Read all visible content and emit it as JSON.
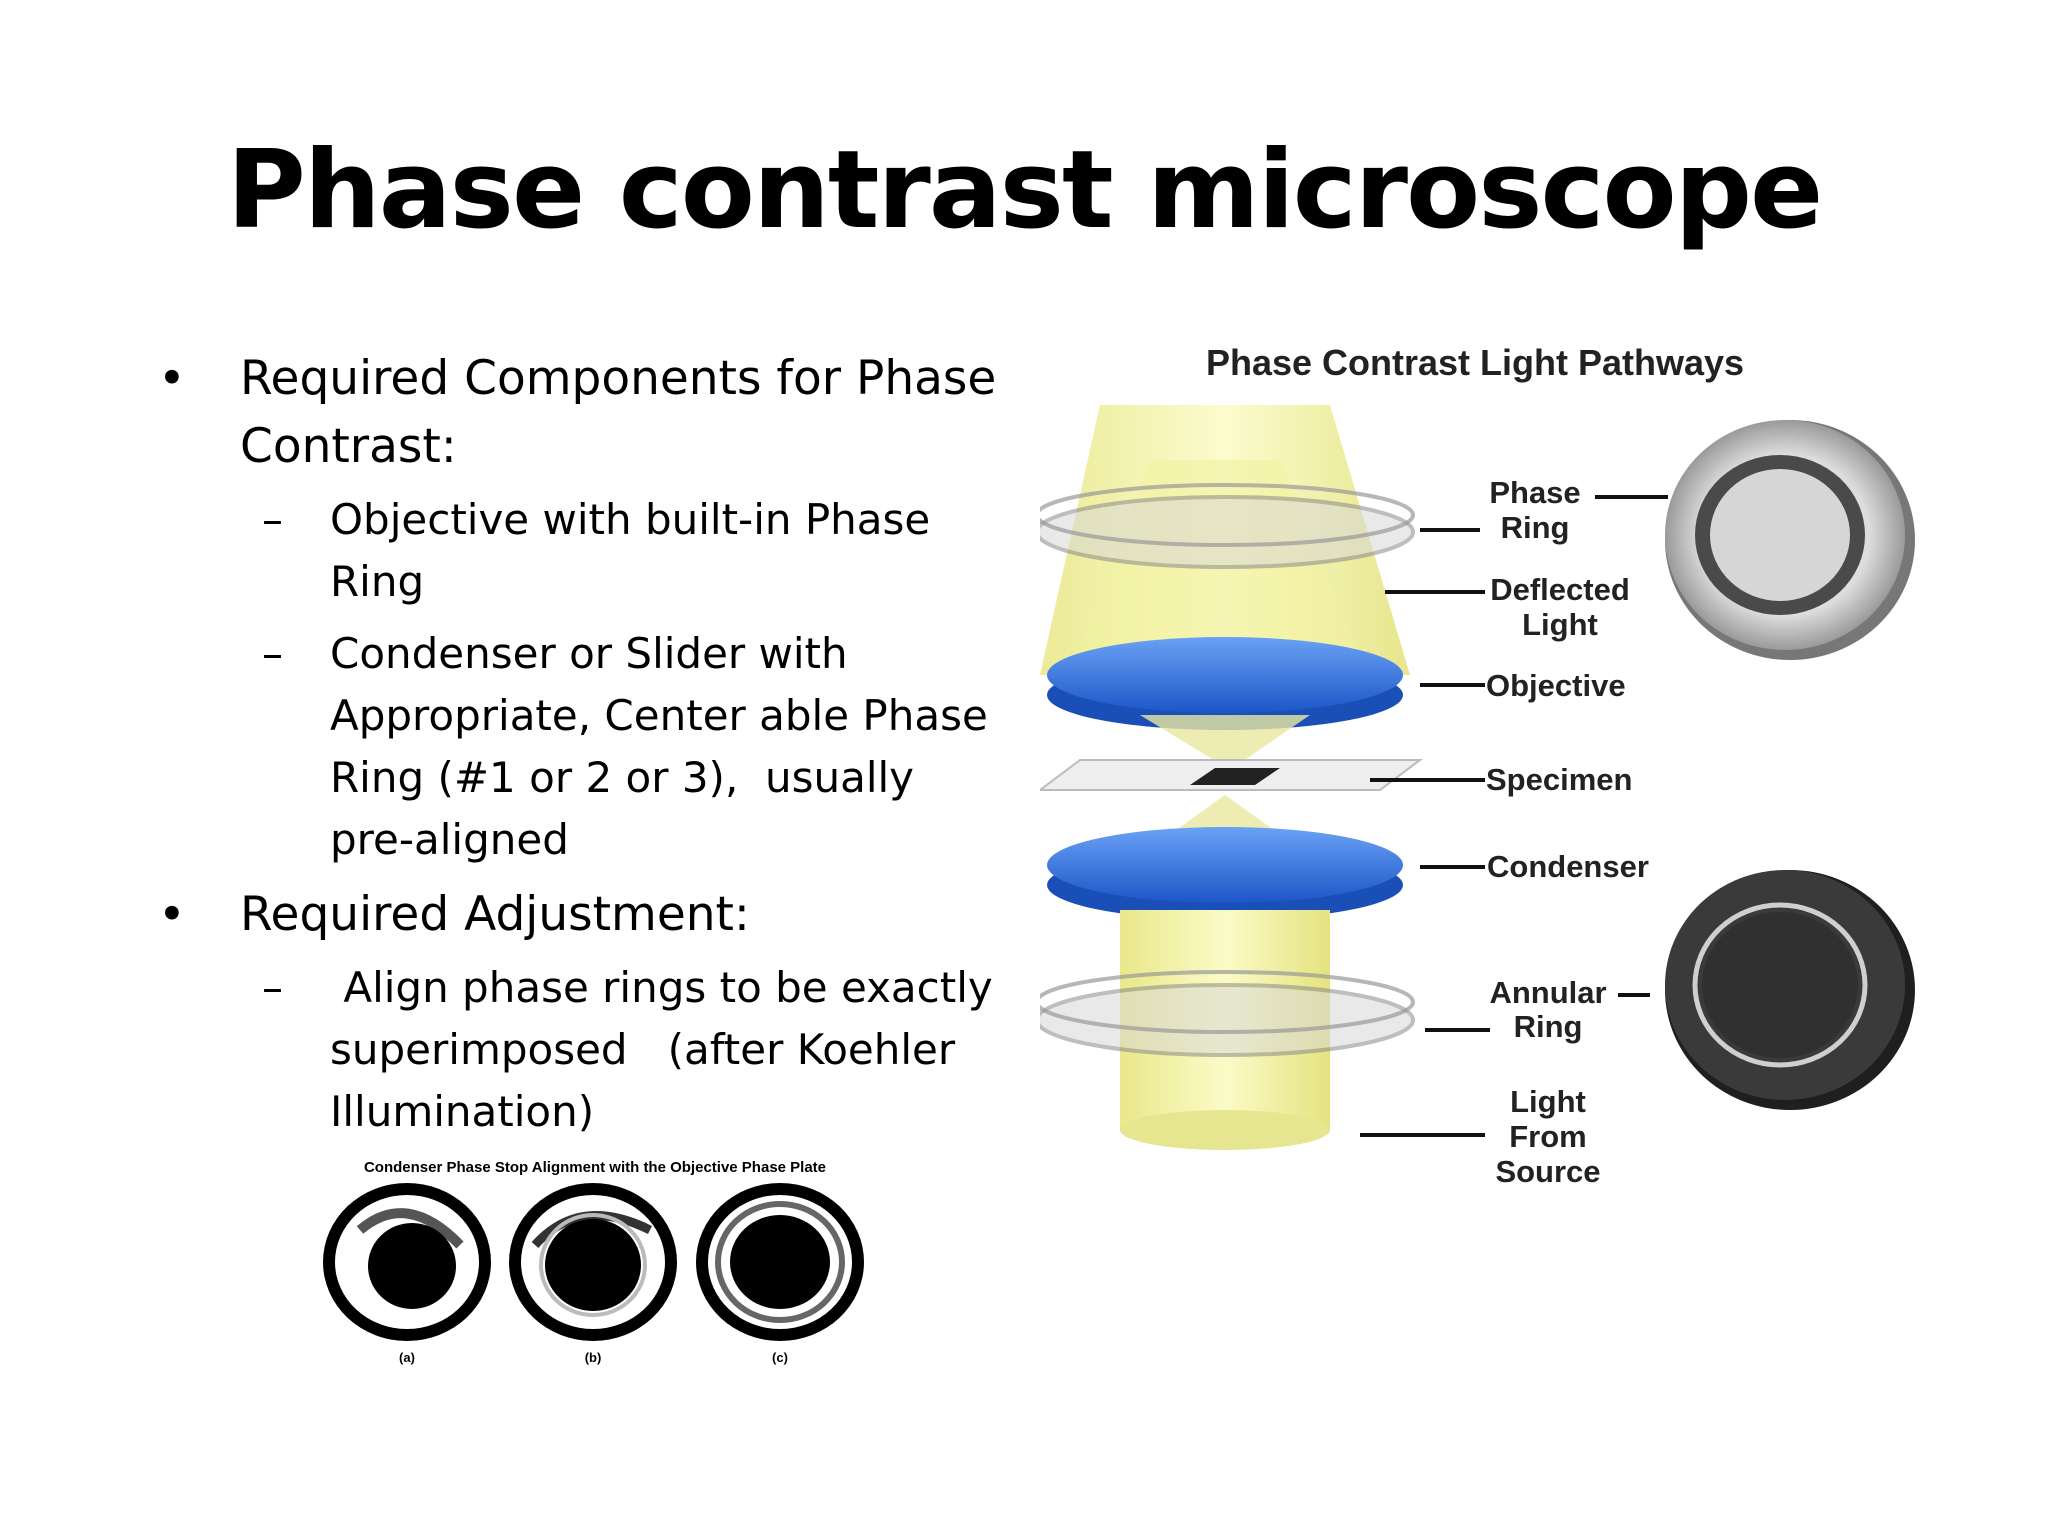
{
  "title": "Phase contrast microscope",
  "bullets": [
    {
      "marker": "•",
      "text": "Required Components for Phase Contrast:",
      "subs": [
        {
          "marker": "–",
          "text": "Objective with built-in Phase Ring"
        },
        {
          "marker": "–",
          "text": "Condenser or Slider with Appropriate, Center able Phase Ring (#1 or 2 or 3),  usually pre-aligned"
        }
      ]
    },
    {
      "marker": "•",
      "text": "Required Adjustment:",
      "subs": [
        {
          "marker": "–",
          "text": " Align phase rings to be exactly superimposed   (after Koehler Illumination)"
        }
      ]
    }
  ],
  "alignment_figure": {
    "caption": "Condenser Phase Stop Alignment with the Objective Phase Plate",
    "panel_labels": [
      "(a)",
      "(b)",
      "(c)"
    ]
  },
  "pathway_diagram": {
    "title": "Phase Contrast Light Pathways",
    "labels": {
      "phase_ring": [
        "Phase",
        "Ring"
      ],
      "deflected_light": [
        "Deflected",
        "Light"
      ],
      "objective": [
        "Objective"
      ],
      "specimen": [
        "Specimen"
      ],
      "condenser": [
        "Condenser"
      ],
      "annular_ring": [
        "Annular",
        "Ring"
      ],
      "light_from_source": [
        "Light",
        "From",
        "Source"
      ]
    },
    "colors": {
      "light": "#f6f5a8",
      "lens": "#2f6fe0",
      "ring_gray": "#888888",
      "dark_disc": "#333333"
    }
  }
}
